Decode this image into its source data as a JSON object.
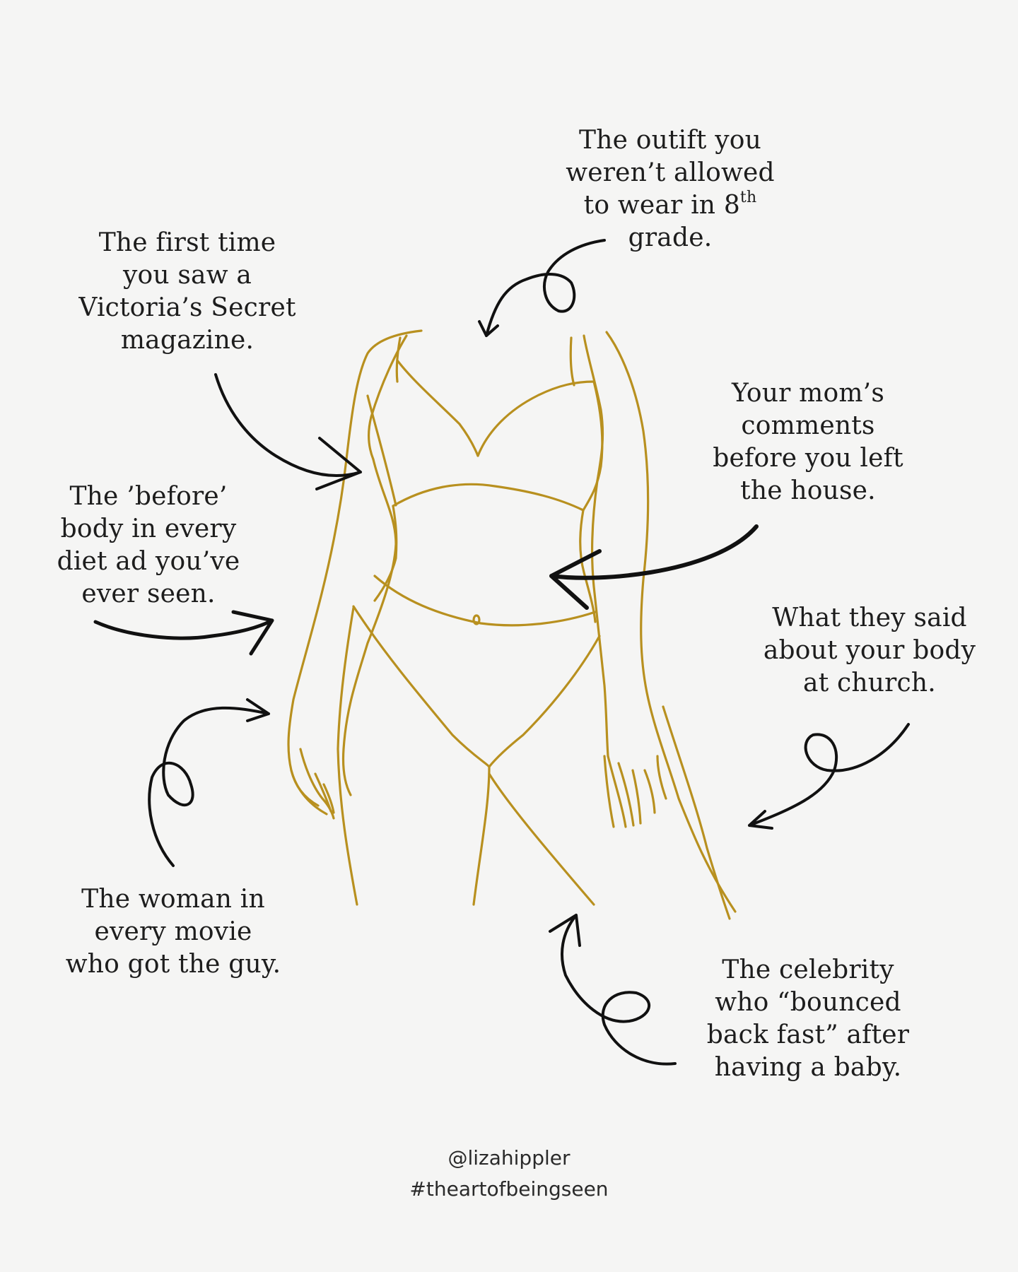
{
  "colors": {
    "background": "#f5f5f4",
    "figure_stroke": "#b8901f",
    "arrow_stroke": "#111111",
    "text": "#1d1d1d"
  },
  "captions": {
    "outfit": [
      "The outift you",
      "weren’t allowed",
      "to wear in 8",
      "grade."
    ],
    "outfit_superscript": "th",
    "victoria": [
      "The first time",
      "you saw a",
      "Victoria’s Secret",
      "magazine."
    ],
    "mom": [
      "Your mom’s",
      "comments",
      "before you left",
      "the house."
    ],
    "diet": [
      "The ’before’",
      "body in every",
      "diet ad you’ve",
      "ever seen."
    ],
    "church": [
      "What they said",
      "about your body",
      "at church."
    ],
    "movie": [
      "The woman in",
      "every movie",
      "who got the guy."
    ],
    "celebrity": [
      "The celebrity",
      "who “bounced",
      "back fast” after",
      "having a baby."
    ]
  },
  "credits": {
    "handle": "@lizahippler",
    "hashtag": "#theartofbeingseen"
  },
  "icons": {
    "figure": "line-drawing-body-icon",
    "arrows": "hand-drawn-arrow-icon"
  }
}
